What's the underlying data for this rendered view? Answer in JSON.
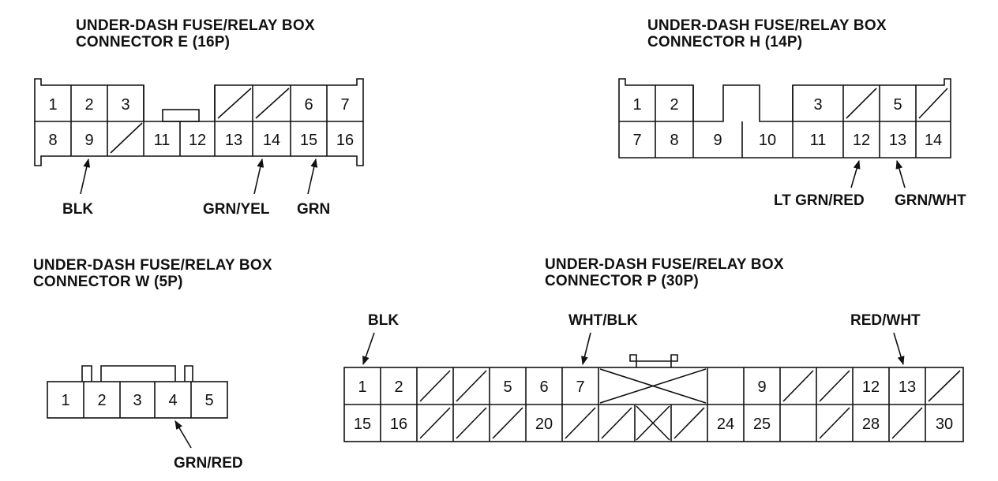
{
  "connectors": {
    "E": {
      "title_line1": "UNDER-DASH FUSE/RELAY BOX",
      "title_line2": "CONNECTOR E (16P)",
      "top_row": [
        "1",
        "2",
        "3",
        "",
        "",
        "",
        "",
        "6",
        "7"
      ],
      "bottom_row": [
        "8",
        "9",
        "",
        "11",
        "12",
        "13",
        "14",
        "15",
        "16"
      ],
      "wires": [
        {
          "pin": "9",
          "color": "BLK"
        },
        {
          "pin": "14",
          "color": "GRN/YEL"
        },
        {
          "pin": "15",
          "color": "GRN"
        }
      ]
    },
    "H": {
      "title_line1": "UNDER-DASH FUSE/RELAY BOX",
      "title_line2": "CONNECTOR H (14P)",
      "top_row": [
        "1",
        "2",
        "3",
        "",
        "5",
        ""
      ],
      "bottom_row": [
        "7",
        "8",
        "9",
        "10",
        "11",
        "12",
        "13",
        "14"
      ],
      "wires": [
        {
          "pin": "12",
          "color": "LT GRN/RED"
        },
        {
          "pin": "13",
          "color": "GRN/WHT"
        }
      ]
    },
    "W": {
      "title_line1": "UNDER-DASH FUSE/RELAY BOX",
      "title_line2": "CONNECTOR W (5P)",
      "pins": [
        "1",
        "2",
        "3",
        "4",
        "5"
      ],
      "wires": [
        {
          "pin": "4",
          "color": "GRN/RED"
        }
      ]
    },
    "P": {
      "title_line1": "UNDER-DASH FUSE/RELAY BOX",
      "title_line2": "CONNECTOR P (30P)",
      "top_row": [
        "1",
        "2",
        "",
        "",
        "5",
        "6",
        "7",
        "",
        "",
        "9",
        "",
        "",
        "12",
        "13",
        ""
      ],
      "bottom_row": [
        "15",
        "16",
        "",
        "",
        "20",
        "",
        "",
        "",
        "",
        "24",
        "25",
        "",
        "",
        "28",
        "",
        "30"
      ],
      "wires": [
        {
          "pin": "1",
          "color": "BLK"
        },
        {
          "pin": "7",
          "color": "WHT/BLK"
        },
        {
          "pin": "13",
          "color": "RED/WHT"
        }
      ]
    }
  }
}
